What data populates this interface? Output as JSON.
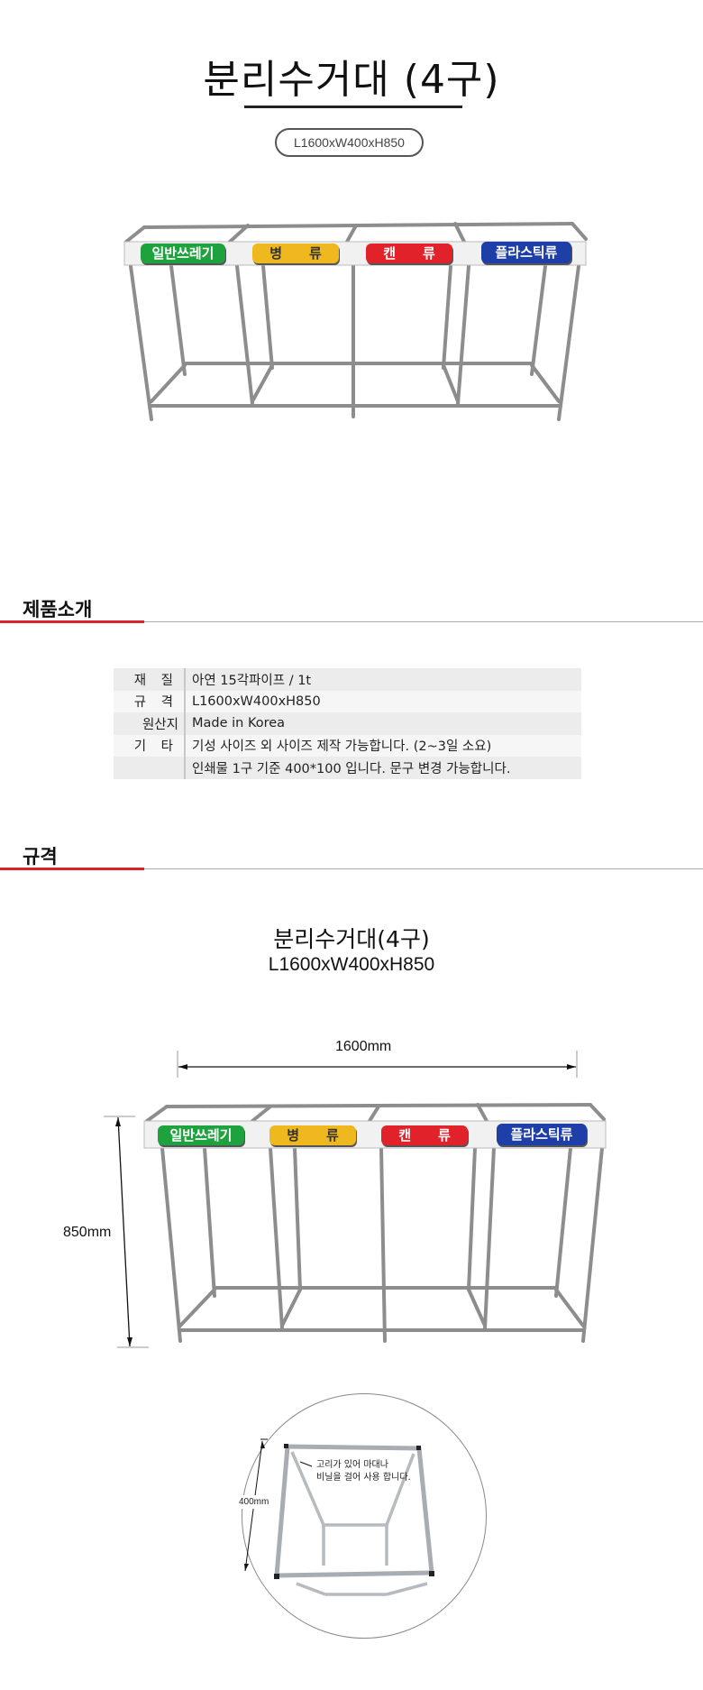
{
  "header": {
    "title": "분리수거대 (4구)",
    "dimension_badge": "L1600xW400xH850"
  },
  "product_photo": {
    "signs": [
      {
        "label": "일반쓰레기",
        "color": "#1ea23e"
      },
      {
        "label": "병　　류",
        "color": "#f0b81f"
      },
      {
        "label": "캔　　류",
        "color": "#e1222a"
      },
      {
        "label": "플라스틱류",
        "color": "#1f3fa8"
      }
    ]
  },
  "intro_section": {
    "heading": "제품소개",
    "accent_color": "#d9232b",
    "spec_rows": [
      {
        "key": "재 질",
        "value": "아연 15각파이프 / 1t"
      },
      {
        "key": "규 격",
        "value": "L1600xW400xH850"
      },
      {
        "key": "원산지",
        "value": "Made in Korea"
      },
      {
        "key": "기 타",
        "value": "기성 사이즈 외 사이즈 제작 가능합니다. (2~3일 소요)"
      },
      {
        "key": "",
        "value": "인쇄물 1구 기준 400*100 입니다. 문구 변경 가능합니다."
      }
    ]
  },
  "spec_section": {
    "heading": "규격",
    "product_name": "분리수거대(4구)",
    "product_dimensions": "L1600xW400xH850",
    "width_label": "1600mm",
    "height_label": "850mm",
    "detail": {
      "depth_label": "400mm",
      "callout_line1": "고리가 있어 마대나",
      "callout_line2": "비닐을 걸어 사용 합니다."
    }
  }
}
